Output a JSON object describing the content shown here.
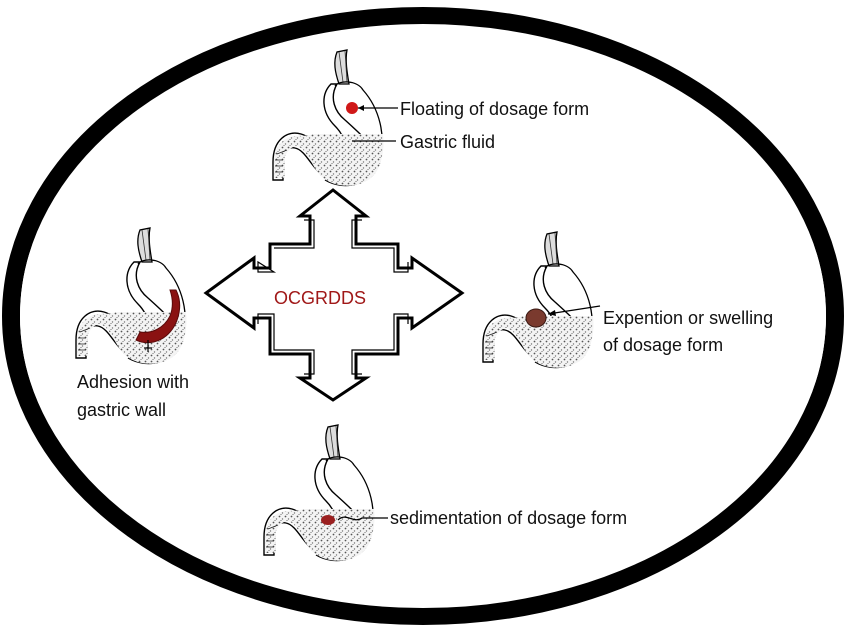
{
  "center": {
    "label": "OCGRDDS",
    "color": "#a01818"
  },
  "mechanisms": {
    "floating": {
      "label": "Floating of dosage form",
      "fluid_label": "Gastric fluid"
    },
    "swelling": {
      "line1": "Expention or swelling",
      "line2": "of dosage form"
    },
    "adhesion": {
      "line1": "Adhesion with",
      "line2": "gastric wall"
    },
    "sedimentation": {
      "label": "sedimentation of dosage form"
    }
  },
  "colors": {
    "dosage_red": "#d01818",
    "dosage_brown": "#7a3a2e",
    "adhesion": "#8a1212",
    "outline": "#000000"
  },
  "icons": [
    "stomach-icon",
    "four-way-arrow-icon"
  ]
}
